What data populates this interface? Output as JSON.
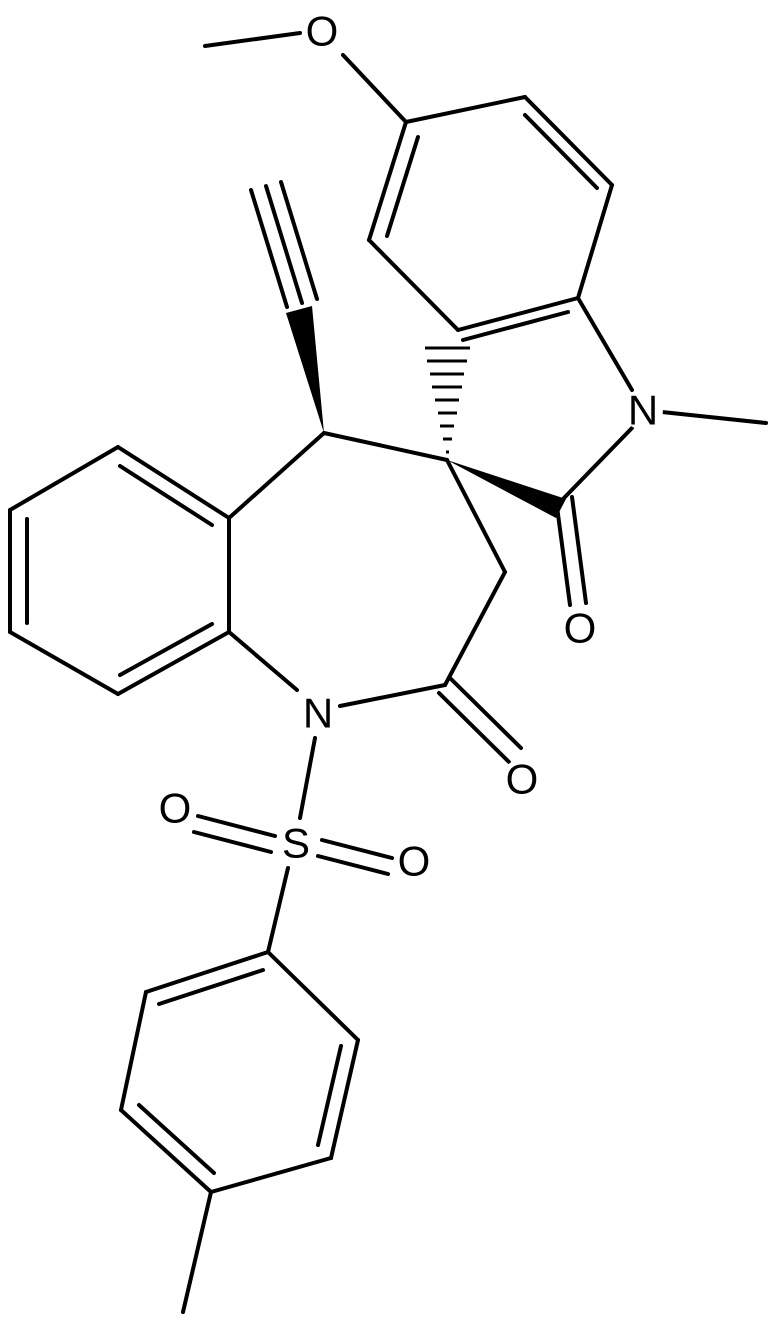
{
  "molecule": {
    "atoms": [
      {
        "id": "O_methoxy",
        "label": "O"
      },
      {
        "id": "N_indole",
        "label": "N"
      },
      {
        "id": "O_oxindole",
        "label": "O"
      },
      {
        "id": "N_azepine",
        "label": "N"
      },
      {
        "id": "O_lactam",
        "label": "O"
      },
      {
        "id": "S_sulfonyl",
        "label": "S"
      },
      {
        "id": "O_sulfonyl_1",
        "label": "O"
      },
      {
        "id": "O_sulfonyl_2",
        "label": "O"
      }
    ]
  }
}
